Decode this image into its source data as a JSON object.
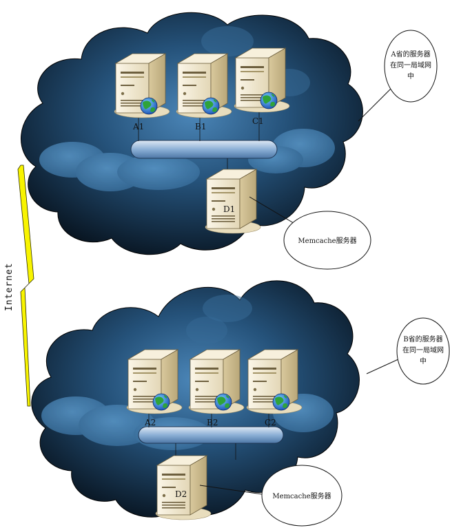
{
  "clouds": [
    {
      "id": "top",
      "servers": [
        {
          "label": "A1"
        },
        {
          "label": "B1"
        },
        {
          "label": "C1"
        }
      ],
      "cache_server": {
        "label": "D1"
      },
      "region_note": [
        "A省的服务器",
        "在同一局域网",
        "中"
      ],
      "memcache_note": "Memcache服务器"
    },
    {
      "id": "bottom",
      "servers": [
        {
          "label": "A2"
        },
        {
          "label": "B2"
        },
        {
          "label": "C2"
        }
      ],
      "cache_server": {
        "label": "D2"
      },
      "region_note": [
        "B省的服务器",
        "在同一局域网",
        "中"
      ],
      "memcache_note": "Memcache服务器"
    }
  ],
  "internet_label": "Internet",
  "colors": {
    "cloud_dark": "#0b1622",
    "cloud_mid": "#1e4466",
    "cloud_light": "#4f8ec0",
    "server_body": "#efe6cf",
    "lightning": "#f8f400",
    "bus": "#8fb1d4"
  },
  "icons": [
    "server-icon",
    "globe-icon",
    "cloud-icon",
    "lightning-icon",
    "network-bus-icon"
  ]
}
